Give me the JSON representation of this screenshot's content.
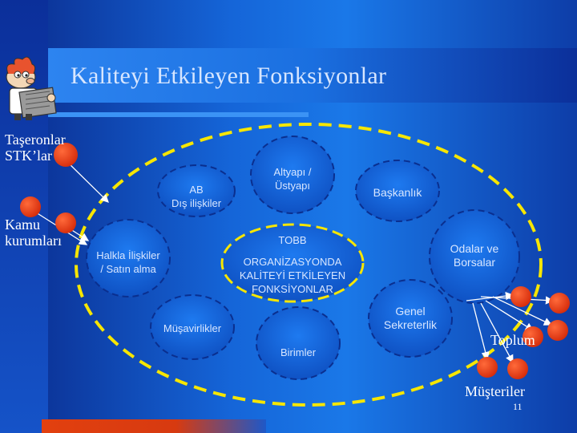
{
  "title": "Kaliteyi Etkileyen Fonksiyonlar",
  "left_labels": {
    "taseronlar_line1": "Taşeronlar",
    "taseronlar_line2": "STK’lar",
    "kamu_line1": "Kamu",
    "kamu_line2": "kurumları"
  },
  "nodes": {
    "ab_line1": "AB",
    "ab_line2": "Dış ilişkiler",
    "altyapi_line1": "Altyapı /",
    "altyapi_line2": "Üstyapı",
    "baskanlik": "Başkanlık",
    "tobb": "TOBB",
    "center_line1": "ORGANİZASYONDA",
    "center_line2": "KALİTEYİ ETKİLEYEN",
    "center_line3": "FONKSİYONLAR",
    "halkla_line1": "Halkla İlişkiler",
    "halkla_line2": "/ Satın alma",
    "odalar_line1": "Odalar ve",
    "odalar_line2": "Borsalar",
    "genel_line1": "Genel",
    "genel_line2": "Sekreterlik",
    "musavirlikler": "Müşavirlikler",
    "birimler": "Birimler"
  },
  "right_labels": {
    "toplum": "Toplum",
    "musteriler": "Müşteriler"
  },
  "page_number": "11",
  "colors": {
    "ring": "#f7e600",
    "node_fill": "#1565d8",
    "dot": "#ee3a15",
    "title_text": "#d7e6ff"
  },
  "icons": {
    "mascot": "reading-cartoon-icon"
  }
}
